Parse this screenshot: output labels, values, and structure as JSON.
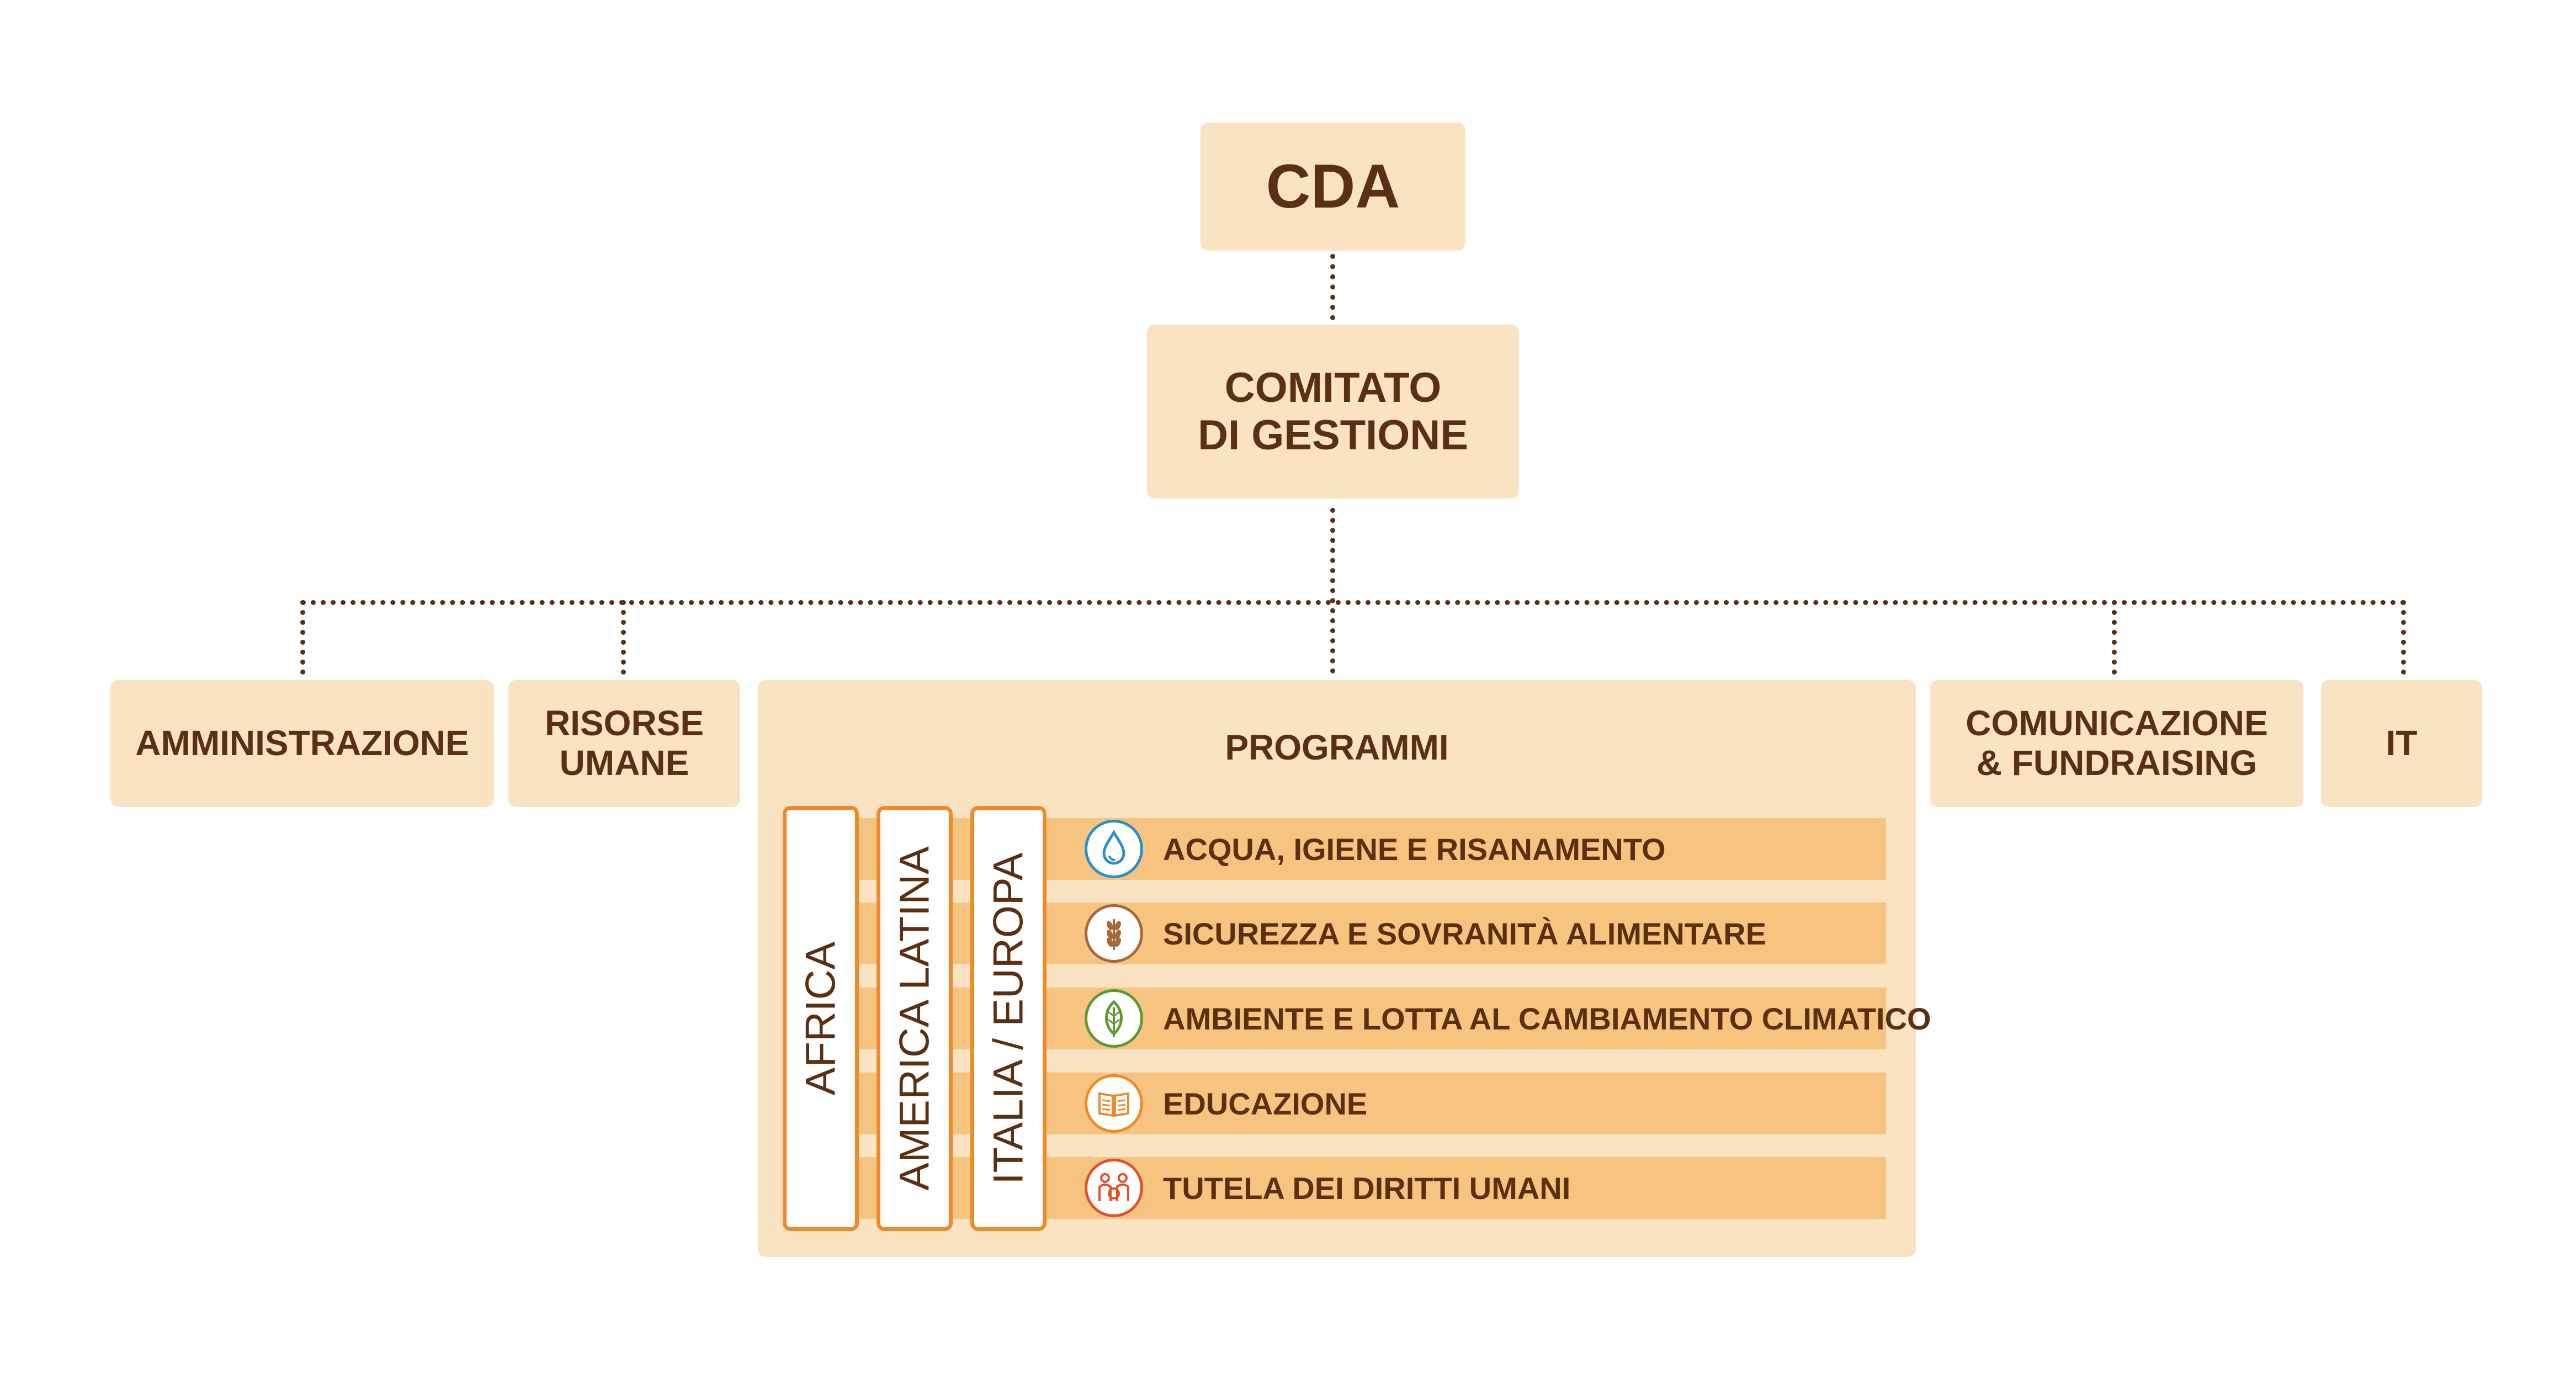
{
  "nodes": {
    "cda": "CDA",
    "comitato": "COMITATO\nDI GESTIONE",
    "amministrazione": "AMMINISTRAZIONE",
    "risorse_umane": "RISORSE\nUMANE",
    "programmi": "PROGRAMMI",
    "comunicazione": "COMUNICAZIONE\n& FUNDRAISING",
    "it": "IT"
  },
  "regions": [
    "AFRICA",
    "AMERICA LATINA",
    "ITALIA / EUROPA"
  ],
  "programs": [
    {
      "label": "ACQUA, IGIENE E RISANAMENTO",
      "icon": "water-drop-icon",
      "color": "#2b8fc9"
    },
    {
      "label": "SICUREZZA E SOVRANITÀ ALIMENTARE",
      "icon": "wheat-icon",
      "color": "#a5683a"
    },
    {
      "label": "AMBIENTE E LOTTA AL CAMBIAMENTO CLIMATICO",
      "icon": "leaf-icon",
      "color": "#5e9a34"
    },
    {
      "label": "EDUCAZIONE",
      "icon": "book-icon",
      "color": "#ef8a2a"
    },
    {
      "label": "TUTELA DEI DIRITTI UMANI",
      "icon": "people-icon",
      "color": "#e0522d"
    }
  ],
  "colors": {
    "box_fill": "#fae3c2",
    "band_fill": "#f7c480",
    "text": "#5a2f12",
    "region_border": "#ef8a2a"
  }
}
